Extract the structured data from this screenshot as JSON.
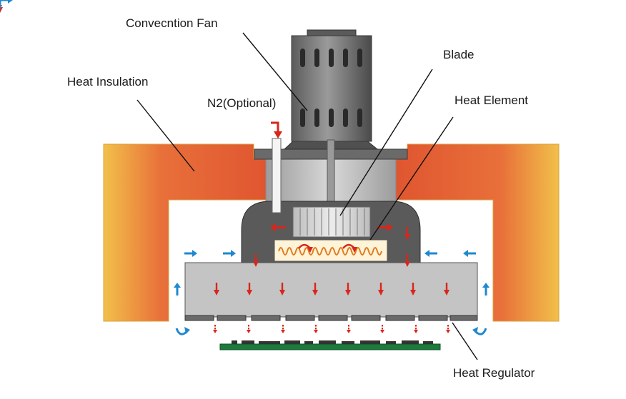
{
  "labels": {
    "convection_fan": "Convecntion Fan",
    "heat_insulation": "Heat Insulation",
    "n2": "N2(Optional)",
    "blade": "Blade",
    "heat_element": "Heat Element",
    "heat_regulator": "Heat Regulator"
  },
  "colors": {
    "insulation_outer": "#f0b040",
    "insulation_inner": "#e05530",
    "housing": "#5a5a5a",
    "chamber": "#c4c4c4",
    "hot_flow": "#d9261c",
    "cool_flow": "#1e88d0",
    "heater_coil": "#e07a1c",
    "pcb": "#1e7a3c"
  },
  "icons": [
    "fan-motor-icon",
    "blade-icon",
    "heater-coil-icon",
    "flow-arrow-icon",
    "pcb-icon"
  ]
}
